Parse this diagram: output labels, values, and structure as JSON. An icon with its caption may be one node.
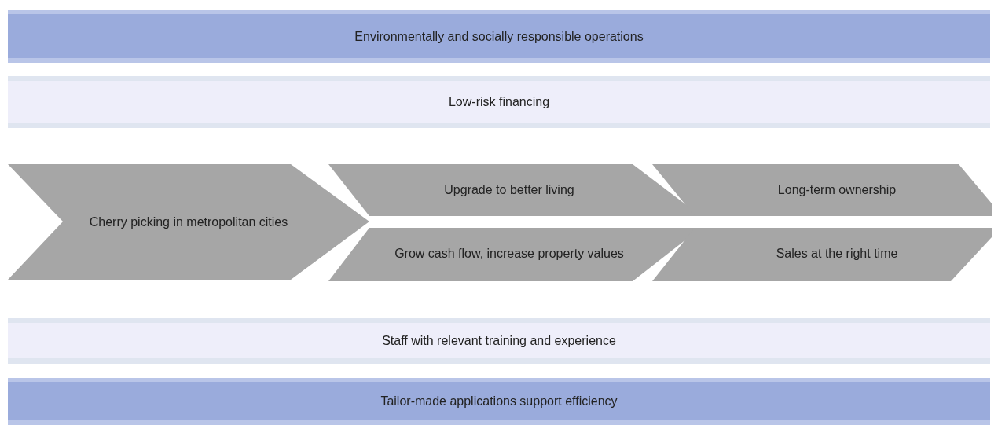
{
  "diagram": {
    "nodes": [
      {
        "text": [
          "Environmentally and socially responsible operations"
        ]
      },
      {
        "text": [
          "Low-risk financing"
        ]
      },
      {
        "text": [
          "Cherry picking in metropolitan cities"
        ]
      },
      {
        "text": [
          "Upgrade to better living"
        ]
      },
      {
        "text": [
          "Grow cash flow, increase property values"
        ]
      },
      {
        "text": [
          "Long-term ownership"
        ]
      },
      {
        "text": [
          "Sales at the right time"
        ]
      },
      {
        "text": [
          "Staff with relevant training and experience"
        ]
      },
      {
        "text": [
          "Tailor-made applications support efficiency"
        ]
      }
    ]
  }
}
